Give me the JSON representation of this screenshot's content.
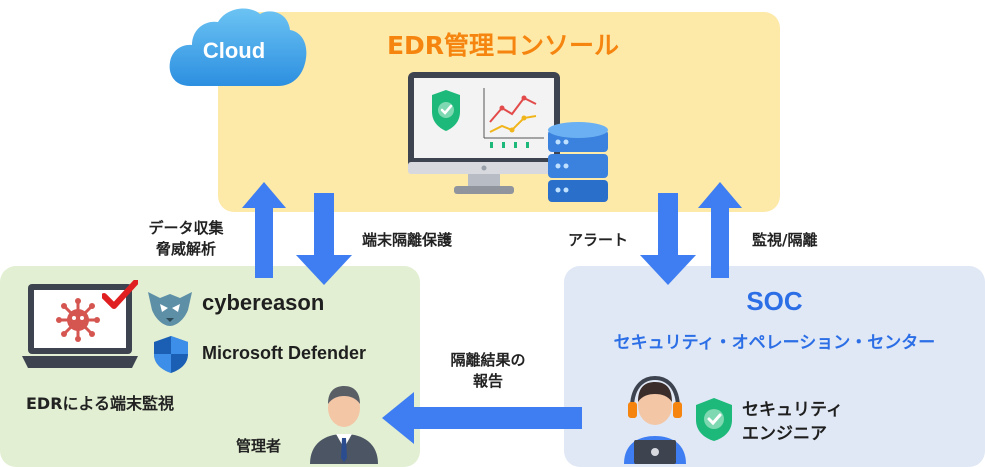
{
  "cloud": {
    "label": "Cloud"
  },
  "edr_console": {
    "title": "EDR管理コンソール"
  },
  "endpoint": {
    "brand_cybereason": "cybereason",
    "brand_defender": "Microsoft Defender",
    "monitoring_label": "EDRによる端末監視",
    "admin_label": "管理者"
  },
  "soc": {
    "title": "SOC",
    "subtitle": "セキュリティ・オペレーション・センター",
    "engineer_line1": "セキュリティ",
    "engineer_line2": "エンジニア"
  },
  "arrows": {
    "collect_line1": "データ収集",
    "collect_line2": "脅威解析",
    "isolate_protect": "端末隔離保護",
    "alert": "アラート",
    "monitor_isolate": "監視/隔離",
    "report_line1": "隔離結果の",
    "report_line2": "報告"
  },
  "colors": {
    "accent_orange": "#f5850f",
    "arrow_blue": "#3f7ef2",
    "soc_blue": "#2b6ee6",
    "edr_panel": "#fde9a8",
    "endpoint_panel": "#e2efd2",
    "soc_panel": "#e0e8f5",
    "shield_green": "#1db97a",
    "check_red": "#e02020"
  }
}
